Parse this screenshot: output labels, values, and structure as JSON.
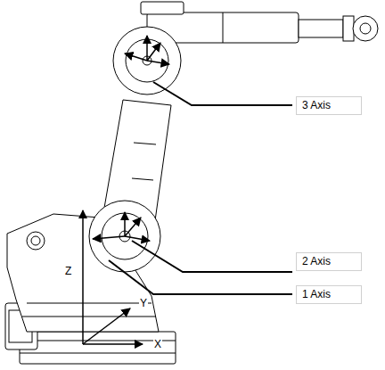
{
  "diagram": {
    "labels": [
      "3 Axis",
      "2 Axis",
      "1 Axis",
      "Z",
      "Y",
      "X"
    ]
  }
}
